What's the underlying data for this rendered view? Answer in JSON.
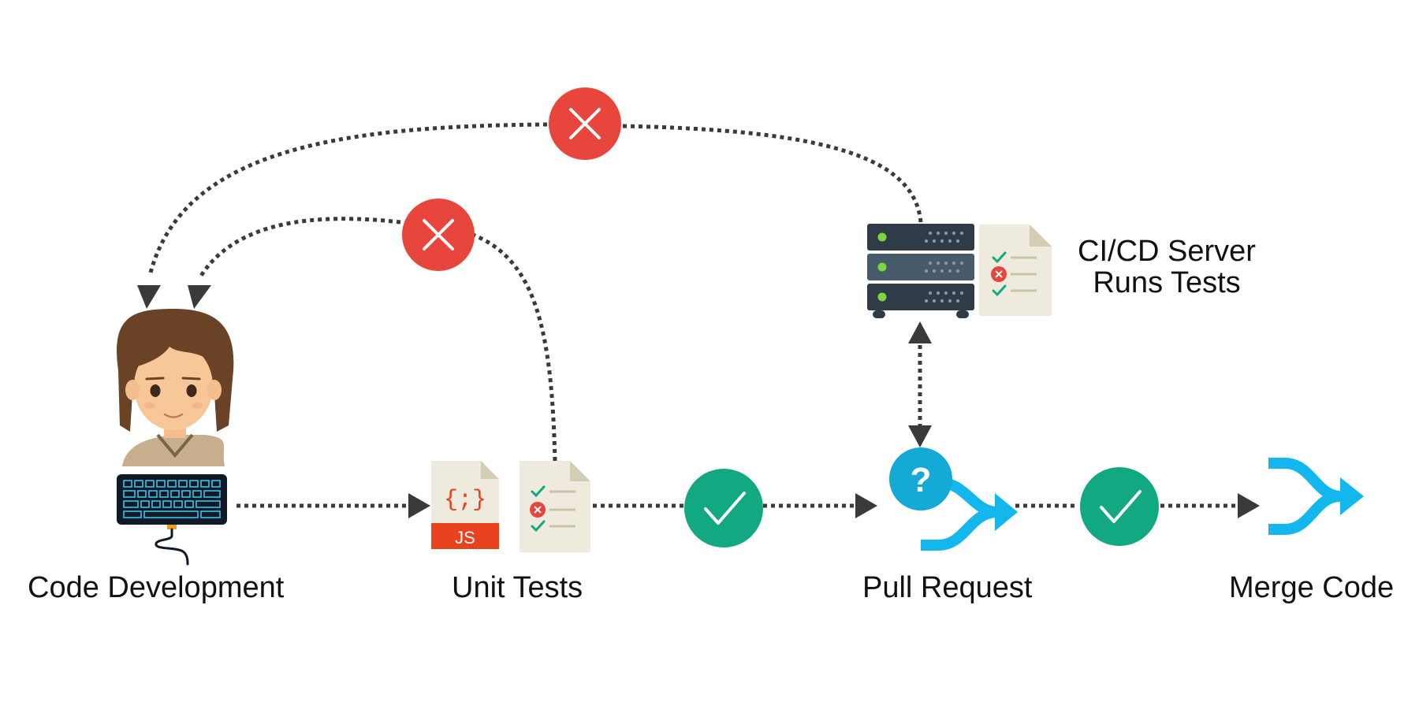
{
  "stages": {
    "code_development": "Code Development",
    "unit_tests": "Unit Tests",
    "pull_request": "Pull Request",
    "merge_code": "Merge Code"
  },
  "ci_server": {
    "line1": "CI/CD Server",
    "line2": "Runs Tests"
  },
  "js_file": {
    "braces": "{;}",
    "ext": "JS"
  },
  "pr_badge": "?",
  "colors": {
    "fail_red": "#e8453c",
    "pass_green": "#12a982",
    "git_blue": "#13b7ee",
    "pr_badge": "#15a9d6",
    "arrow": "#3a3a3a",
    "server": "#2f3b46",
    "paper": "#eeeade",
    "js_orange": "#e8431e"
  }
}
